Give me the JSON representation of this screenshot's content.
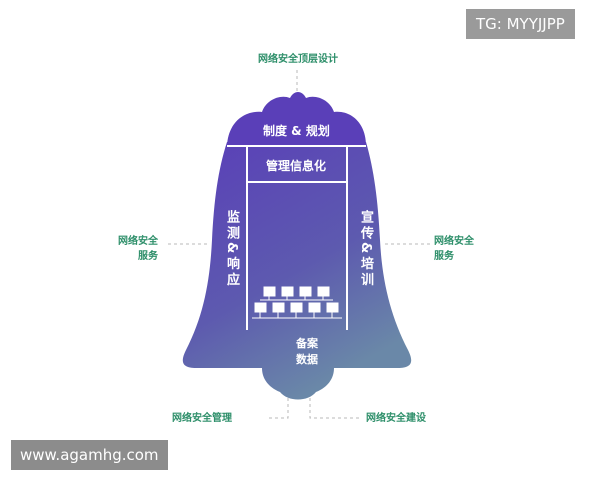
{
  "watermark_top": "TG: MYYJJPP",
  "watermark_bottom": "www.agamhg.com",
  "diagram": {
    "top_label": "网络安全顶层设计",
    "crown_label": "制度 & 规划",
    "header_label": "管理信息化",
    "left_vertical": "监测&响应",
    "right_vertical": "宣传&培训",
    "bottom_inner_label": {
      "line1": "备案",
      "line2": "数据"
    },
    "left_service": {
      "line1": "网络安全",
      "line2": "服务"
    },
    "right_service": {
      "line1": "网络安全",
      "line2": "服务"
    },
    "bottom_left": "网络安全管理",
    "bottom_right": "网络安全建设"
  },
  "colors": {
    "bell_top": "#5a3fb8",
    "bell_bottom": "#6a78b0",
    "bell_right": "#5a9aa0",
    "label_green": "#2e8f6a",
    "dash_gray": "#b8b8b8"
  }
}
